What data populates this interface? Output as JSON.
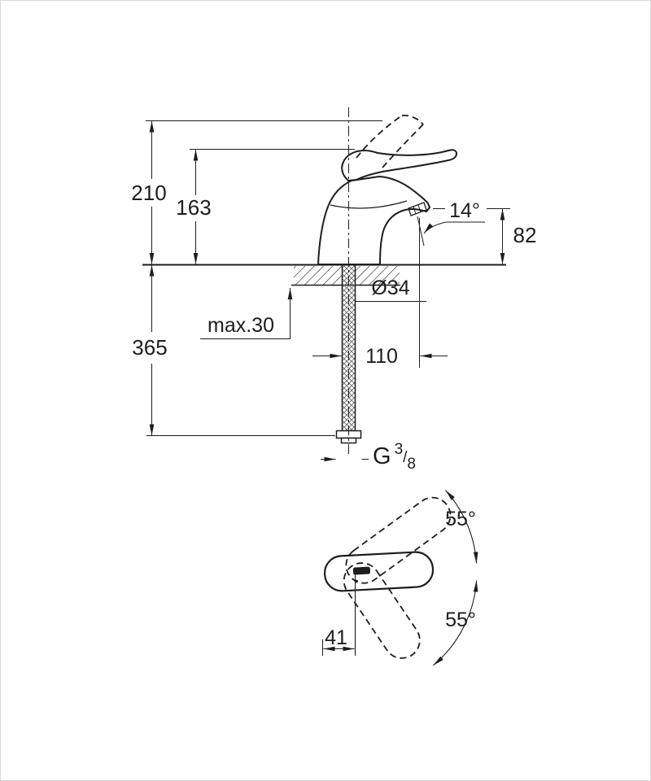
{
  "drawing": {
    "kind": "faucet-installation-dimension-drawing",
    "line_color": "#1d1d1b",
    "background": "#ffffff"
  },
  "side_view": {
    "dims": {
      "total_height": "210",
      "handle_height": "163",
      "spout_height": "82",
      "spout_angle": "14°",
      "hole_diameter": "Ø34",
      "max_deck_thickness": "max.30",
      "hose_length": "365",
      "spout_reach": "110",
      "thread": {
        "prefix": "G",
        "numerator": "3",
        "slash": "/",
        "denominator": "8"
      }
    }
  },
  "top_view": {
    "dims": {
      "swing_up": "55°",
      "swing_down": "55°",
      "handle_offset": "41"
    }
  }
}
